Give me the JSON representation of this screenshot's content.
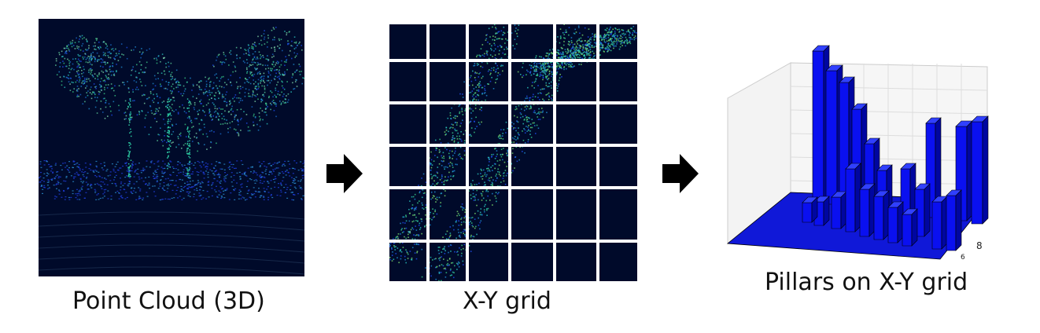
{
  "stages": [
    {
      "caption": "Point Cloud (3D)"
    },
    {
      "caption": "X-Y grid"
    },
    {
      "caption": "Pillars on X-Y grid"
    }
  ],
  "pillar_axis": {
    "tick_8": "8",
    "tick_6": "6"
  },
  "colors": {
    "background_dark": "#000a2a",
    "pillar_face": "#0a10f0",
    "pillar_top": "#3040ff",
    "pillar_side": "#0006a0",
    "arrow": "#000000",
    "grid_line": "#ffffff"
  },
  "icons": [
    "arrow-right-icon",
    "arrow-right-icon"
  ]
}
